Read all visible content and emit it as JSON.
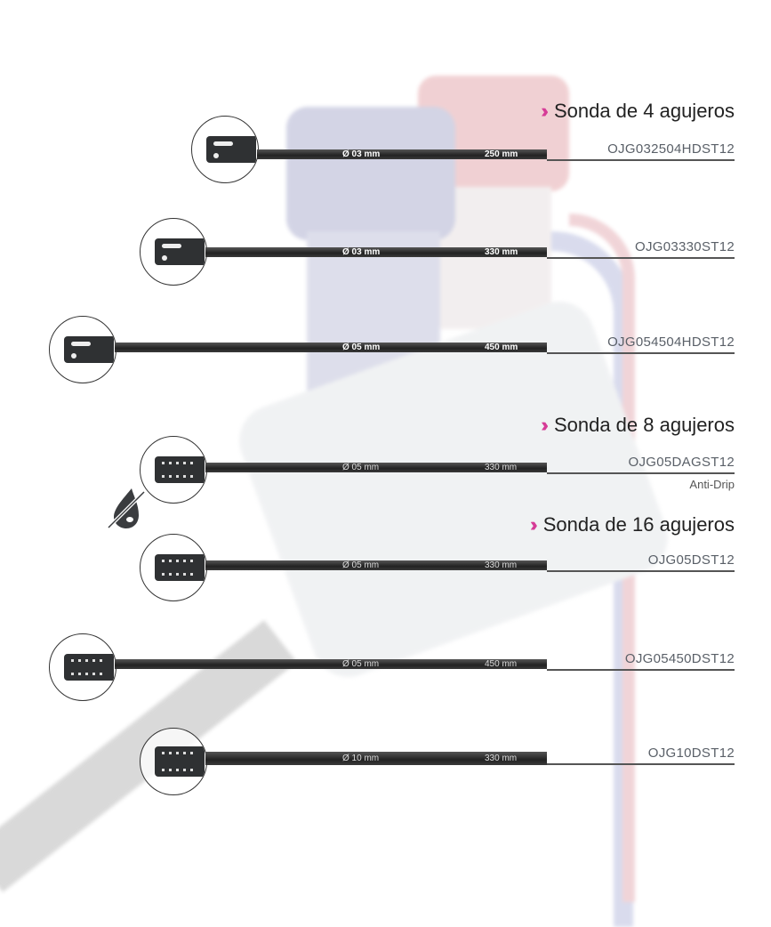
{
  "sections": [
    {
      "title": "Sonda de 4 agujeros"
    },
    {
      "title": "Sonda de 8 agujeros"
    },
    {
      "title": "Sonda de 16 agujeros"
    }
  ],
  "probes": [
    {
      "section": 0,
      "tip": "slot",
      "diameter": "Ø 03 mm",
      "length": "250 mm",
      "code": "OJG032504HDST12"
    },
    {
      "section": 0,
      "tip": "slot",
      "diameter": "Ø 03 mm",
      "length": "330 mm",
      "code": "OJG03330ST12"
    },
    {
      "section": 0,
      "tip": "slot",
      "diameter": "Ø 05 mm",
      "length": "450 mm",
      "code": "OJG054504HDST12"
    },
    {
      "section": 1,
      "tip": "holes",
      "diameter": "Ø 05 mm",
      "length": "330 mm",
      "code": "OJG05DAGST12",
      "note": "Anti-Drip"
    },
    {
      "section": 2,
      "tip": "holes",
      "diameter": "Ø 05 mm",
      "length": "330 mm",
      "code": "OJG05DST12"
    },
    {
      "section": 2,
      "tip": "holes",
      "diameter": "Ø 05 mm",
      "length": "450 mm",
      "code": "OJG05450DST12"
    },
    {
      "section": 2,
      "tip": "holes",
      "diameter": "Ø 10 mm",
      "length": "330 mm",
      "code": "OJG10DST12"
    }
  ],
  "colors": {
    "accent": "#d63c97",
    "bar": "#2f3133",
    "code": "#5a6068"
  },
  "icons": {
    "section_bullet": "double-chevron-right-icon",
    "anti_drip": "no-drip-icon"
  }
}
